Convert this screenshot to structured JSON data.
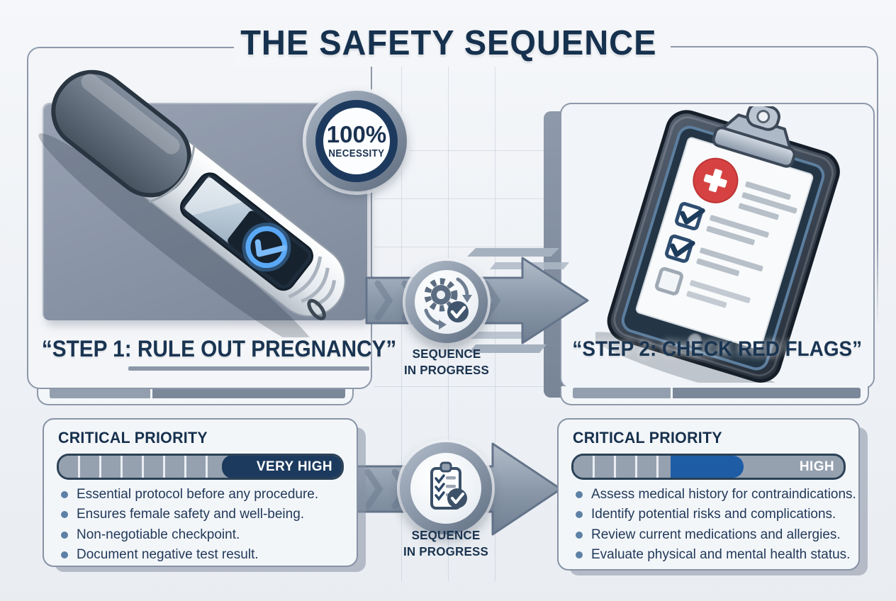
{
  "title": "THE SAFETY SEQUENCE",
  "necessity_badge": {
    "value": "100%",
    "label": "NECESSITY"
  },
  "steps": {
    "step1": {
      "caption": "“STEP 1: RULE OUT PREGNANCY”"
    },
    "step2": {
      "caption": "“STEP 2: CHECK RED FLAGS”"
    }
  },
  "sequence_labels": {
    "top": {
      "line1": "SEQUENCE",
      "line2": "IN PROGRESS"
    },
    "bottom": {
      "line1": "SEQUENCE",
      "line2": "IN PROGRESS"
    }
  },
  "priority_cards": {
    "left": {
      "header": "CRITICAL PRIORITY",
      "level": "VERY HIGH",
      "bullets": [
        "Essential protocol before any procedure.",
        "Ensures female safety and well-being.",
        "Non-negotiable checkpoint.",
        "Document negative test result."
      ]
    },
    "right": {
      "header": "CRITICAL PRIORITY",
      "level": "HIGH",
      "bullets": [
        "Assess medical history for contraindications.",
        "Identify potential risks and complications.",
        "Review current medications and allergies.",
        "Evaluate physical and mental health status."
      ]
    }
  },
  "icons": {
    "top_arrow_badge": "gear-sync-check-icon",
    "bottom_arrow_badge": "clipboard-check-icon",
    "clipboard_alert": "medical-cross-icon",
    "test_result": "check-circle-icon"
  },
  "colors": {
    "navy": "#1c3a5e",
    "blue": "#1e5da5",
    "steel_border": "#8d99aa",
    "backdrop_gray": "#87929f",
    "red": "#d64242",
    "text": "#1a3552",
    "bullet": "#5d81a6"
  }
}
